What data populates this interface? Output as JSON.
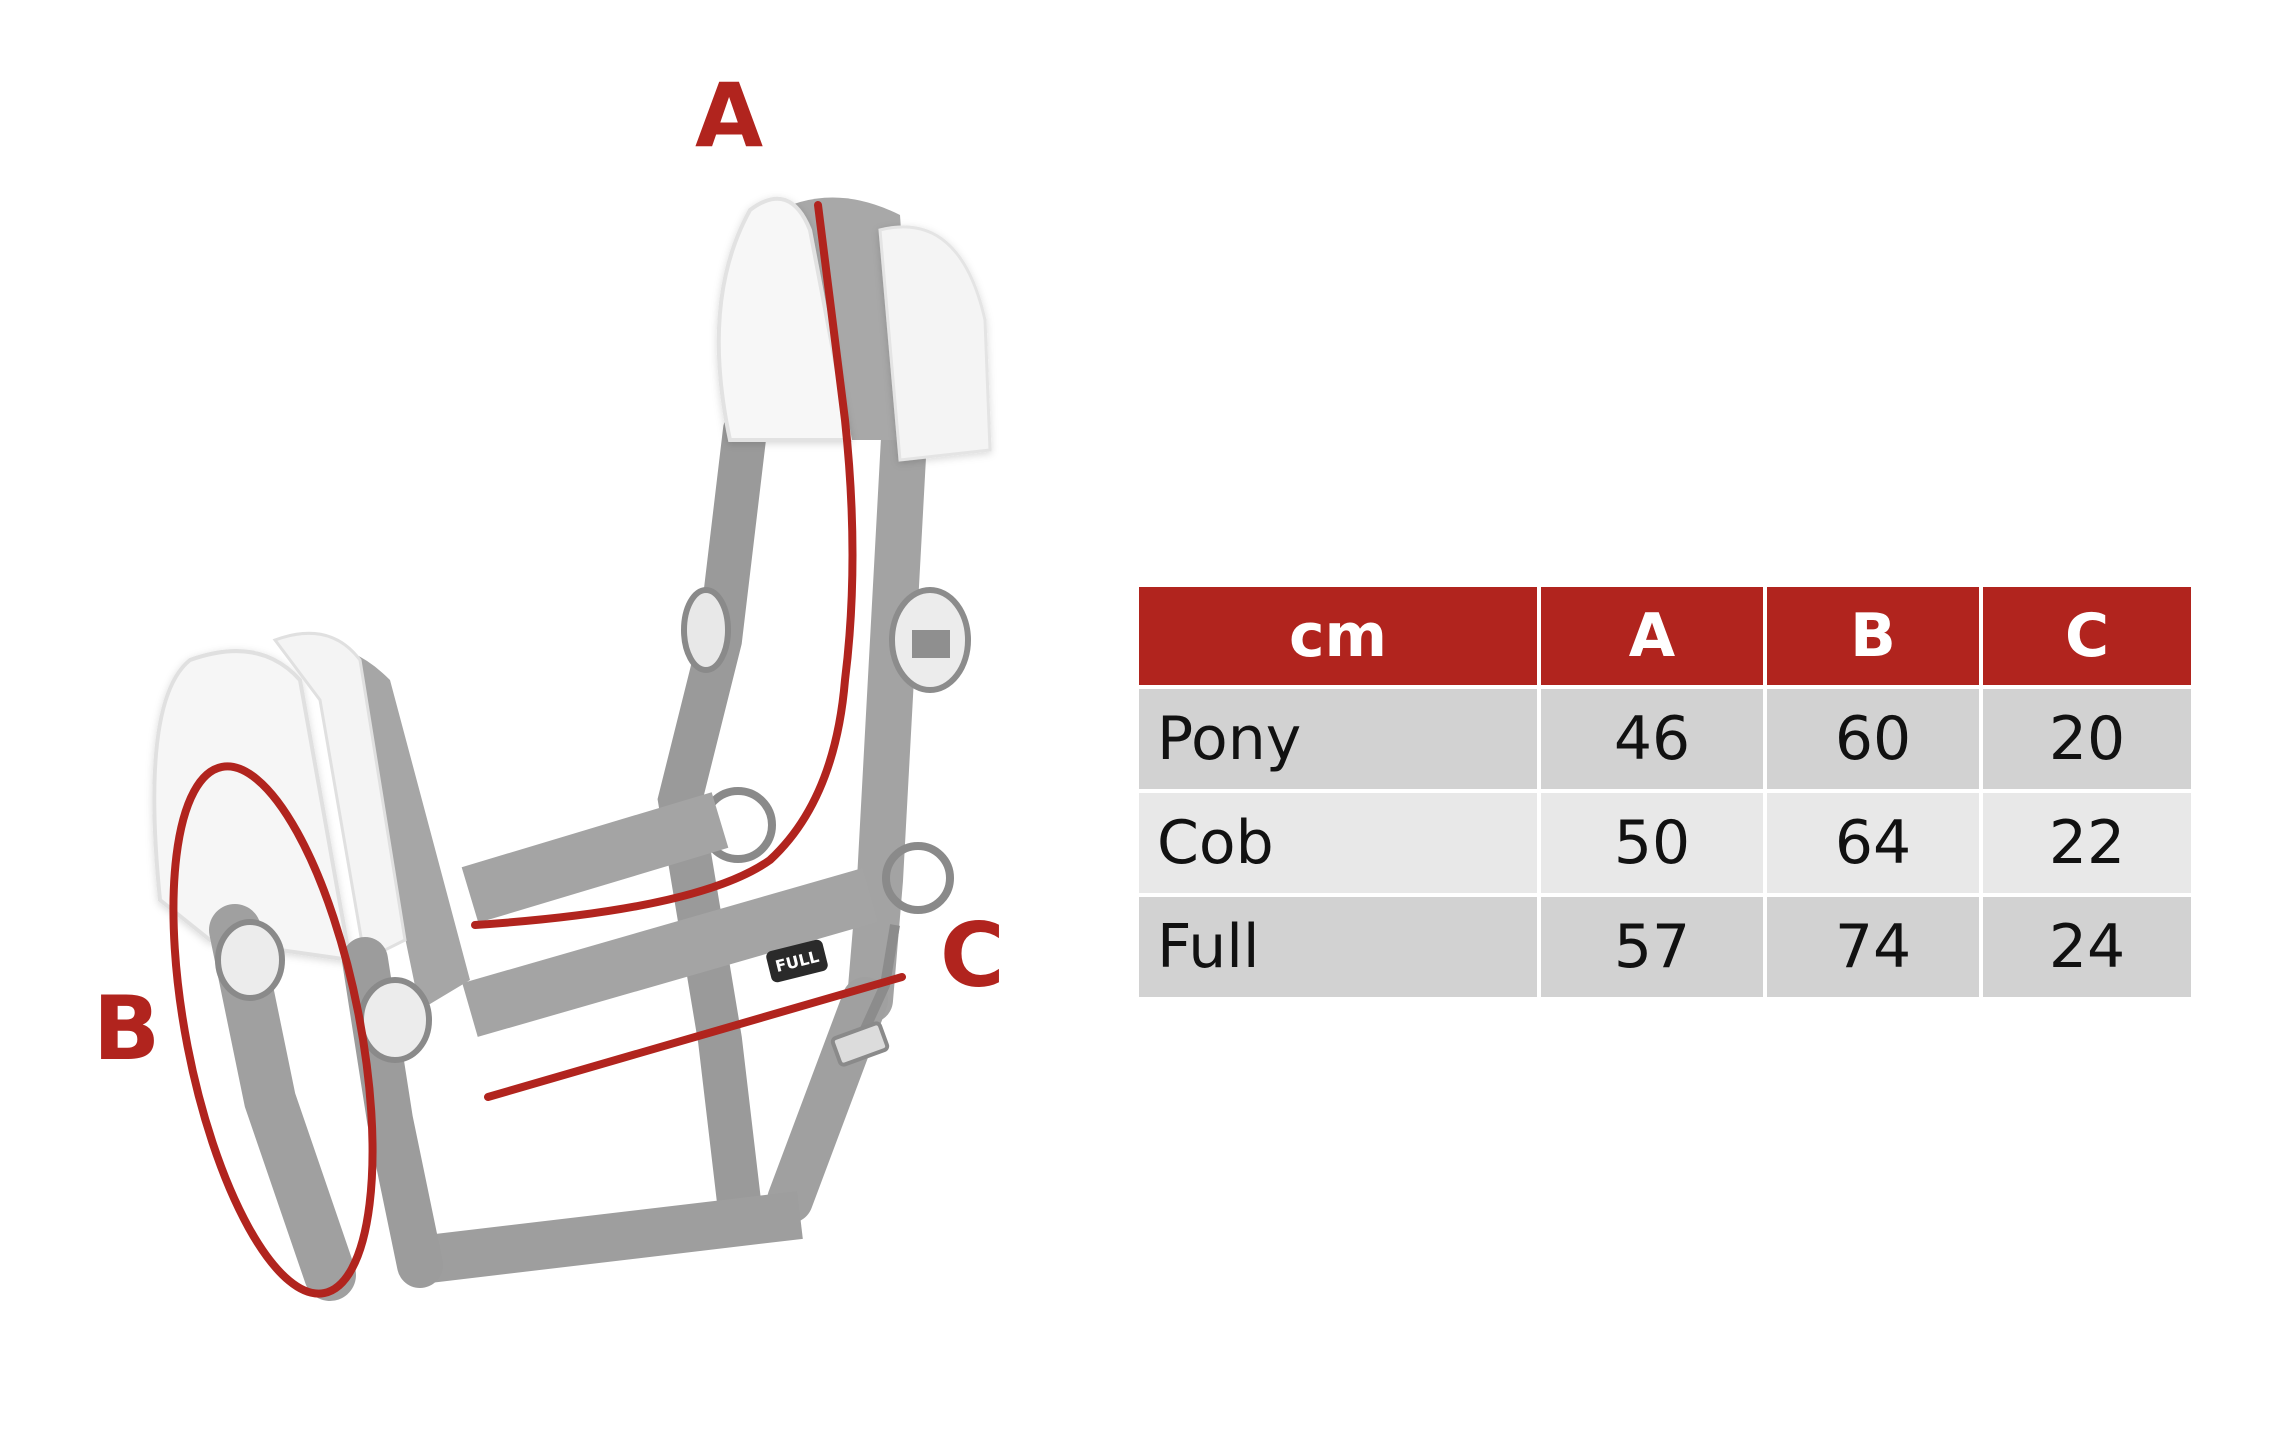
{
  "markers": {
    "a": "A",
    "b": "B",
    "c": "C"
  },
  "halter": {
    "tag_text": "FULL"
  },
  "colors": {
    "accent": "#b1241e",
    "strap_gray": "#9d9d9d",
    "fleece": "#f7f7f7",
    "row_dark": "#d2d2d2",
    "row_light": "#e8e8e8"
  },
  "size_table": {
    "headers": [
      "cm",
      "A",
      "B",
      "C"
    ],
    "rows": [
      {
        "size": "Pony",
        "a": "46",
        "b": "60",
        "c": "20"
      },
      {
        "size": "Cob",
        "a": "50",
        "b": "64",
        "c": "22"
      },
      {
        "size": "Full",
        "a": "57",
        "b": "74",
        "c": "24"
      }
    ]
  }
}
